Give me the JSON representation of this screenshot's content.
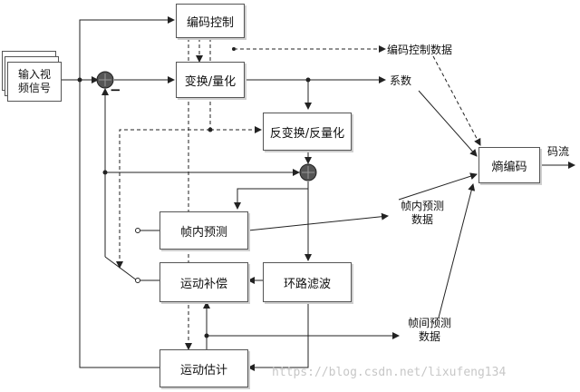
{
  "blocks": {
    "input": "输入视频信号",
    "coding_control": "编码控制",
    "transform_quant": "变换/量化",
    "inv_transform_quant": "反变换/反量化",
    "entropy": "熵编码",
    "intra_pred": "帧内预测",
    "motion_comp": "运动补偿",
    "loop_filter": "环路滤波",
    "motion_est": "运动估计"
  },
  "labels": {
    "control_data": "编码控制数据",
    "coeff": "系数",
    "bitstream": "码流",
    "intra_data": "帧内预测\n数据",
    "inter_data": "帧间预测\n数据",
    "minus": "−"
  },
  "watermark": "https://blog.csdn.net/lixufeng134",
  "colors": {
    "line": "#222222",
    "sum": "#555555",
    "box_border": "#555555"
  }
}
